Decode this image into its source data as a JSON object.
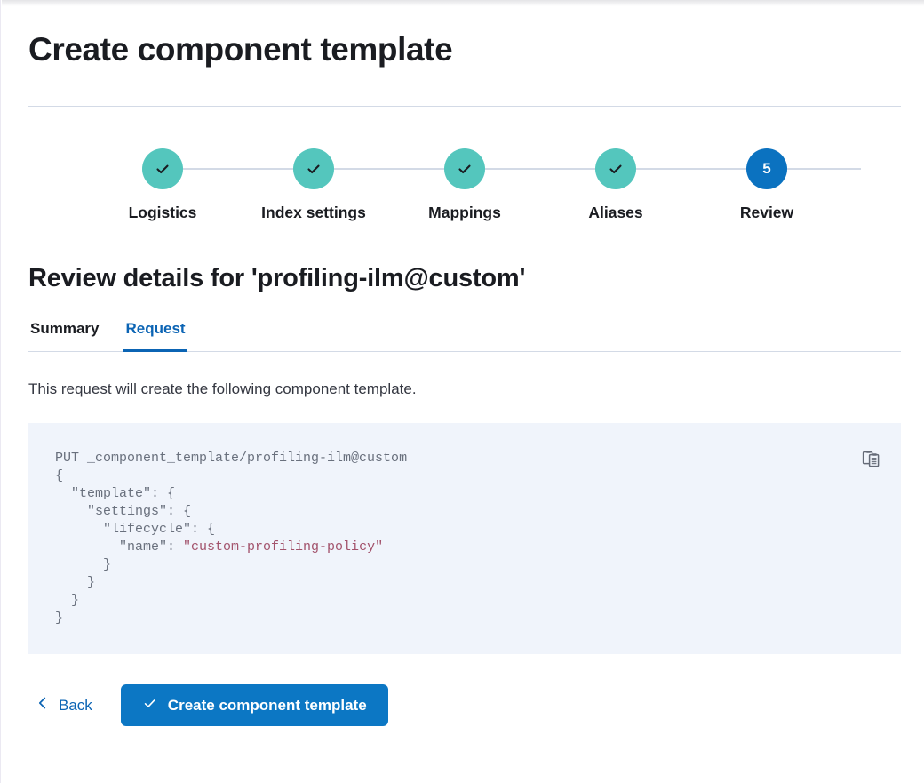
{
  "page": {
    "title": "Create component template"
  },
  "stepper": {
    "steps": [
      {
        "label": "Logistics",
        "state": "complete",
        "icon": "check-icon",
        "number": "1"
      },
      {
        "label": "Index settings",
        "state": "complete",
        "icon": "check-icon",
        "number": "2"
      },
      {
        "label": "Mappings",
        "state": "complete",
        "icon": "check-icon",
        "number": "3"
      },
      {
        "label": "Aliases",
        "state": "complete",
        "icon": "check-icon",
        "number": "4"
      },
      {
        "label": "Review",
        "state": "current",
        "icon": "",
        "number": "5"
      }
    ],
    "complete_color": "#54c6bd",
    "current_color": "#0b72c0",
    "connector_color": "#d3dae6"
  },
  "review": {
    "heading": "Review details for 'profiling-ilm@custom'",
    "tabs": [
      {
        "label": "Summary",
        "active": false
      },
      {
        "label": "Request",
        "active": true
      }
    ],
    "description": "This request will create the following component template.",
    "copy_icon": "copy-clipboard-icon"
  },
  "request": {
    "method_line": "PUT _component_template/profiling-ilm@custom",
    "lines": [
      {
        "text": "{"
      },
      {
        "text": "  \"template\": {"
      },
      {
        "text": "    \"settings\": {"
      },
      {
        "text": "      \"lifecycle\": {"
      },
      {
        "prefix": "        \"name\": ",
        "string": "\"custom-profiling-policy\""
      },
      {
        "text": "      }"
      },
      {
        "text": "    }"
      },
      {
        "text": "  }"
      },
      {
        "text": "}"
      }
    ],
    "body_text": "{\n  \"template\": {\n    \"settings\": {\n      \"lifecycle\": {\n        \"name\": ",
    "string_value": "\"custom-profiling-policy\"",
    "body_tail": "\n      }\n    }\n  }\n}",
    "background": "#f0f4fb",
    "string_color": "#a2526b"
  },
  "actions": {
    "back_label": "Back",
    "back_icon": "chevron-left-icon",
    "submit_label": "Create component template",
    "submit_icon": "check-icon",
    "submit_color": "#0c77c4"
  }
}
